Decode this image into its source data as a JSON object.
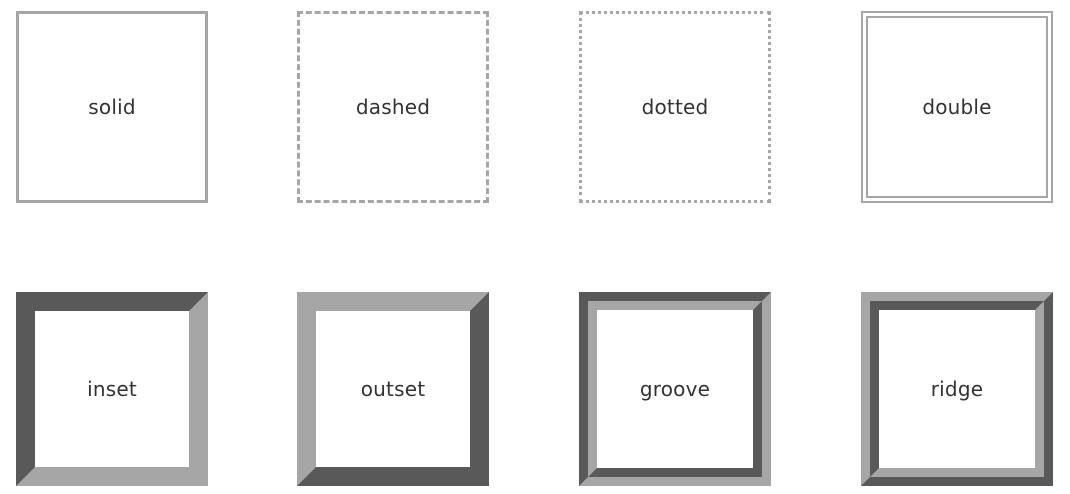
{
  "boxes": [
    {
      "label": "solid"
    },
    {
      "label": "dashed"
    },
    {
      "label": "dotted"
    },
    {
      "label": "double"
    },
    {
      "label": "inset"
    },
    {
      "label": "outset"
    },
    {
      "label": "groove"
    },
    {
      "label": "ridge"
    }
  ],
  "colors": {
    "light_border": "#a6a6a6",
    "dark_border": "#595959",
    "text": "#333333",
    "background": "#ffffff"
  }
}
